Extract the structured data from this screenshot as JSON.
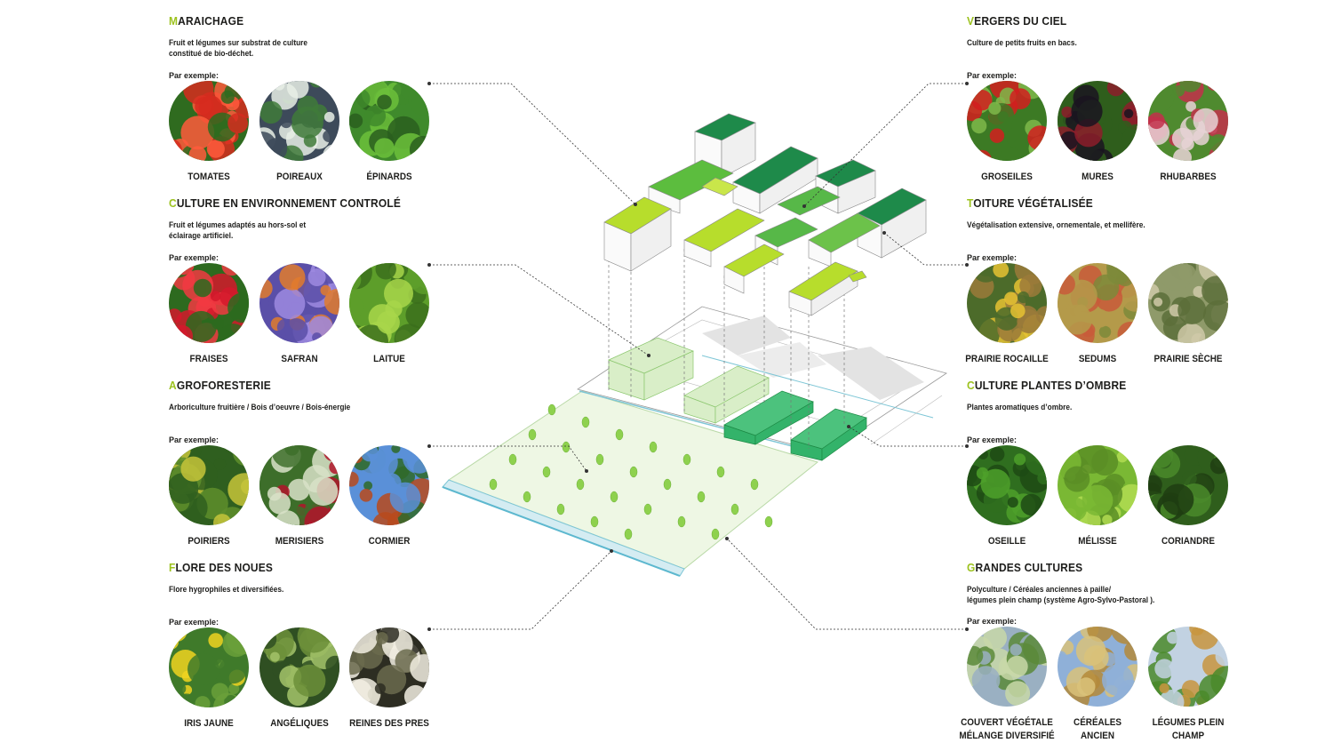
{
  "example_label": "Par exemple:",
  "left": [
    {
      "title_first": "M",
      "title_rest": "ARAICHAGE",
      "desc": "Fruit et légumes sur substrat de culture\nconstitué de bio-déchet.",
      "items": [
        {
          "label": "TOMATES",
          "icon": "tomato-photo"
        },
        {
          "label": "POIREAUX",
          "icon": "leek-photo"
        },
        {
          "label": "ÉPINARDS",
          "icon": "spinach-photo"
        }
      ]
    },
    {
      "title_first": "C",
      "title_rest": "ULTURE EN ENVIRONNEMENT CONTROLÉ",
      "desc": "Fruit et légumes adaptés au hors-sol et\néclairage artificiel.",
      "items": [
        {
          "label": "FRAISES",
          "icon": "strawberry-photo"
        },
        {
          "label": "SAFRAN",
          "icon": "saffron-photo"
        },
        {
          "label": "LAITUE",
          "icon": "lettuce-photo"
        }
      ]
    },
    {
      "title_first": "A",
      "title_rest": "GROFORESTERIE",
      "desc": "Arboriculture fruitière / Bois d’oeuvre / Bois-énergie",
      "items": [
        {
          "label": "POIRIERS",
          "icon": "pear-photo"
        },
        {
          "label": "MERISIERS",
          "icon": "cherry-photo"
        },
        {
          "label": "CORMIER",
          "icon": "tree-photo"
        }
      ]
    },
    {
      "title_first": "F",
      "title_rest": "LORE DES NOUES",
      "desc": "Flore hygrophiles et diversifiées.",
      "items": [
        {
          "label": "IRIS JAUNE",
          "icon": "iris-photo"
        },
        {
          "label": "ANGÉLIQUES",
          "icon": "angelica-photo"
        },
        {
          "label": "REINES DES PRES",
          "icon": "meadowsweet-photo"
        }
      ]
    }
  ],
  "right": [
    {
      "title_first": "V",
      "title_rest": "ERGERS DU CIEL",
      "desc": "Culture de petits fruits en bacs.",
      "items": [
        {
          "label": "GROSEILES",
          "icon": "currant-photo"
        },
        {
          "label": "MURES",
          "icon": "blackberry-photo"
        },
        {
          "label": "RHUBARBES",
          "icon": "rhubarb-photo"
        }
      ]
    },
    {
      "title_first": "T",
      "title_rest": "OITURE VÉGÉTALISÉE",
      "desc": "Végétalisation extensive, ornementale, et mellifère.",
      "items": [
        {
          "label": "PRAIRIE ROCAILLE",
          "icon": "rock-meadow-photo"
        },
        {
          "label": "SEDUMS",
          "icon": "sedum-photo"
        },
        {
          "label": "PRAIRIE SÈCHE",
          "icon": "dry-meadow-photo"
        }
      ]
    },
    {
      "title_first": "C",
      "title_rest": "ULTURE PLANTES D’OMBRE",
      "desc": "Plantes aromatiques d’ombre.",
      "items": [
        {
          "label": "OSEILLE",
          "icon": "sorrel-photo"
        },
        {
          "label": "MÉLISSE",
          "icon": "lemon-balm-photo"
        },
        {
          "label": "CORIANDRE",
          "icon": "coriander-photo"
        }
      ]
    },
    {
      "title_first": "G",
      "title_rest": "RANDES CULTURES",
      "desc": "Polyculture / Céréales anciennes à paille/\nlégumes plein champ (système Agro-Sylvo-Pastoral ).",
      "items": [
        {
          "label": "COUVERT VÉGÉTALE\nMÉLANGE DIVERSIFIÉ",
          "icon": "cover-crop-photo"
        },
        {
          "label": "CÉRÉALES\nANCIEN",
          "icon": "cereal-photo"
        },
        {
          "label": "LÉGUMES PLEIN\nCHAMP",
          "icon": "field-vegetables-photo"
        }
      ]
    }
  ],
  "colors": {
    "accent": "#9cc21e",
    "light_green": "#bfe03a",
    "mid_green": "#6cc24a",
    "dark_green": "#1d8a45",
    "ghost_green": "#cfe9b8",
    "grey": "#e6e6e6"
  }
}
